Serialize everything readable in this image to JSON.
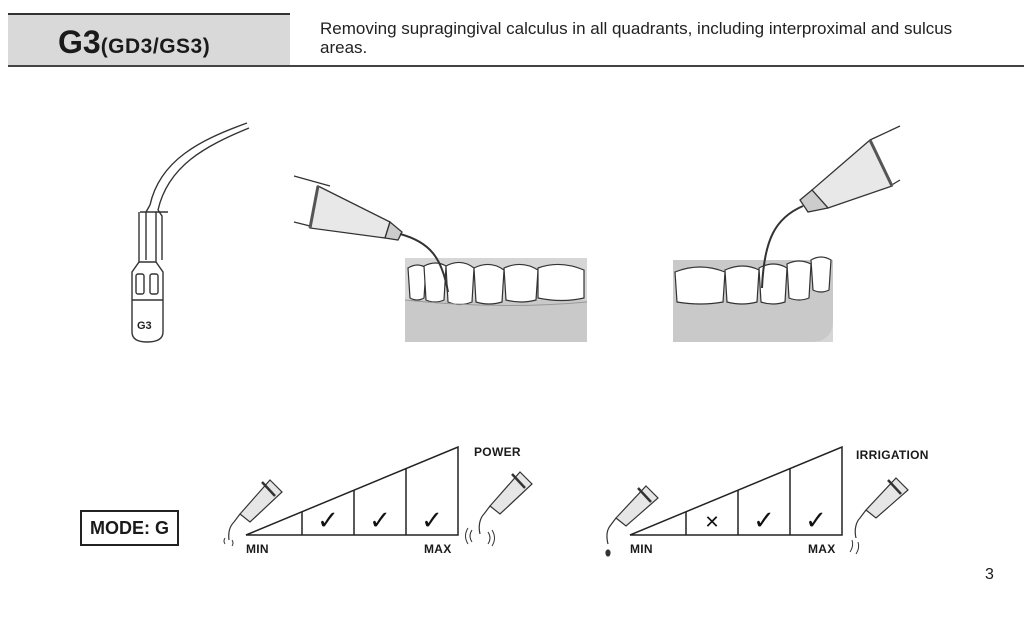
{
  "header": {
    "code_main": "G3",
    "code_variants": "(GD3/GS3)",
    "description": "Removing supragingival calculus in all quadrants, including interproximal and sulcus areas."
  },
  "tip_label": "G3",
  "mode_label": "MODE: G",
  "power_scale": {
    "title": "POWER",
    "min_label": "MIN",
    "max_label": "MAX",
    "levels": [
      {
        "mark": "check",
        "symbol": "✓"
      },
      {
        "mark": "check",
        "symbol": "✓"
      },
      {
        "mark": "check",
        "symbol": "✓"
      }
    ]
  },
  "irrigation_scale": {
    "title": "IRRIGATION",
    "min_label": "MIN",
    "max_label": "MAX",
    "levels": [
      {
        "mark": "cross",
        "symbol": "✕"
      },
      {
        "mark": "check",
        "symbol": "✓"
      },
      {
        "mark": "check",
        "symbol": "✓"
      }
    ]
  },
  "page_number": "3"
}
